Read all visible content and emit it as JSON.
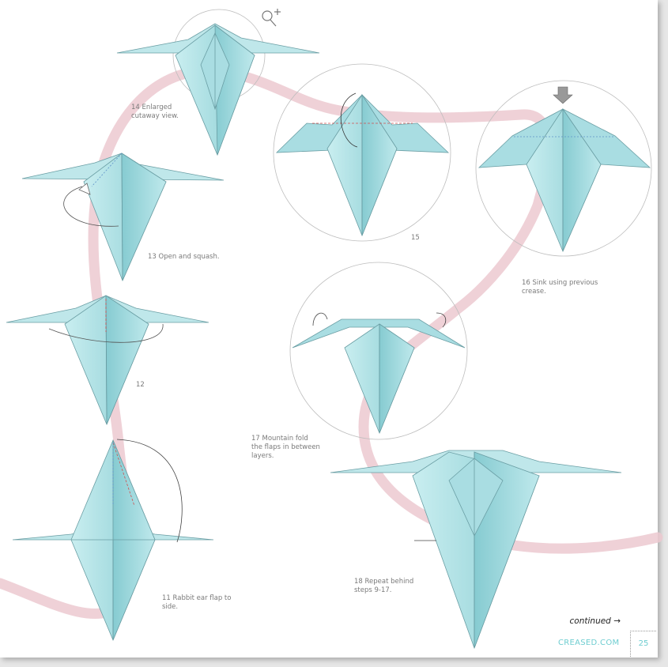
{
  "colors": {
    "paper": "#9fd7dc",
    "paper_dark": "#7cc4cb",
    "edge": "#6a9ea4",
    "ribbon": "#ecc9d0",
    "accent": "#6ecdd0"
  },
  "icons": {
    "magnifier": "magnifier-zoom-icon",
    "arrow": "push-arrow-icon"
  },
  "steps": [
    {
      "id": "11",
      "text": "11    Rabbit ear flap to\nside."
    },
    {
      "id": "12",
      "text": "12"
    },
    {
      "id": "13",
      "text": "13    Open and squash."
    },
    {
      "id": "14",
      "text": "14    Enlarged\ncutaway view."
    },
    {
      "id": "15",
      "text": "15"
    },
    {
      "id": "16",
      "text": "16    Sink using previous\ncrease."
    },
    {
      "id": "17",
      "text": "17    Mountain fold\nthe flaps in between\nlayers."
    },
    {
      "id": "18",
      "text": "18    Repeat behind\nsteps 9-17."
    }
  ],
  "footer": {
    "continued": "continued →",
    "site": "CREASED.COM",
    "page_number": "25"
  }
}
